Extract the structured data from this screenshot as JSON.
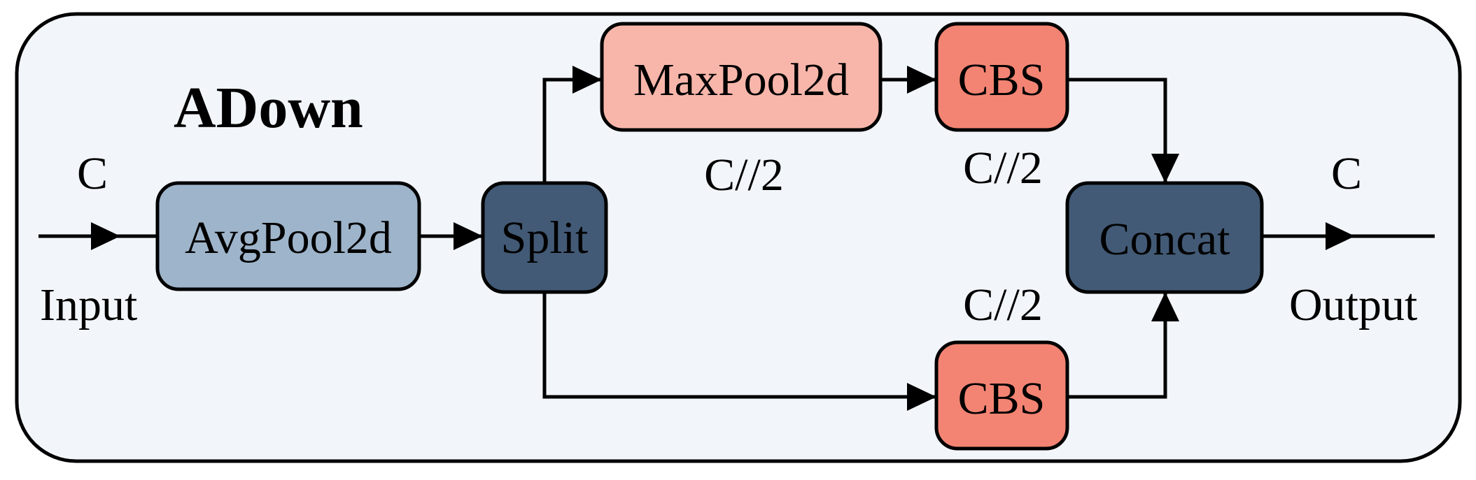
{
  "title": "ADown",
  "blocks": {
    "avgpool": "AvgPool2d",
    "split": "Split",
    "maxpool": "MaxPool2d",
    "cbs_top": "CBS",
    "cbs_bottom": "CBS",
    "concat": "Concat"
  },
  "labels": {
    "input_channels": "C",
    "input": "Input",
    "maxpool_channels": "C//2",
    "cbs_top_channels": "C//2",
    "cbs_bottom_channels": "C//2",
    "output_channels": "C",
    "output": "Output"
  },
  "colors": {
    "background": "#f2f6fa",
    "avgpool_fill": "#9eb4ca",
    "dark_fill": "#425a75",
    "maxpool_fill": "#f8b6aa",
    "cbs_fill": "#f38473",
    "stroke": "#000000"
  }
}
